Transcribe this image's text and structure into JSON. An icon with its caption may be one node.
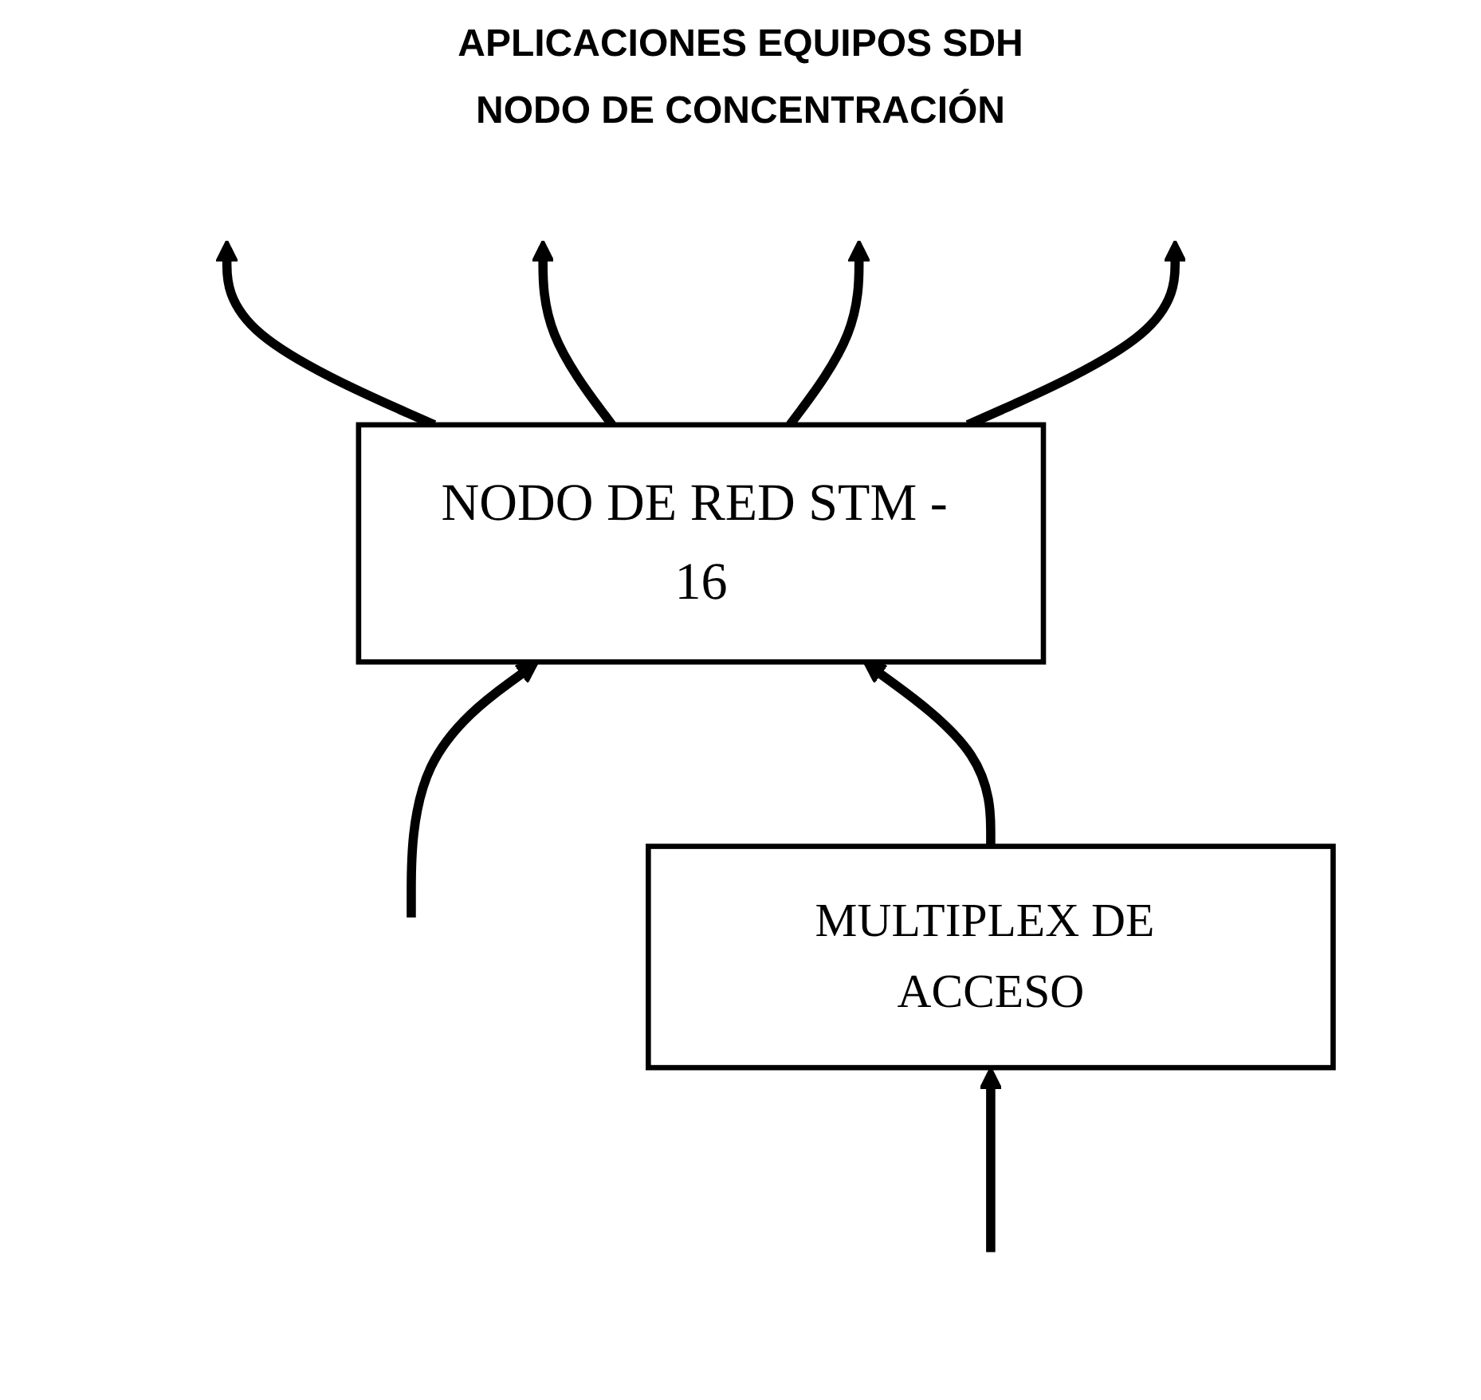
{
  "diagram": {
    "title": "APLICACIONES EQUIPOS SDH",
    "nodes": [
      {
        "text": [
          "NODO DE RED STM - 16"
        ]
      },
      {
        "text": [
          "MULTIPLEX DE ACCESO"
        ]
      }
    ],
    "edges": [
      {
        "from": 0,
        "to": null,
        "arrow": "to"
      },
      {
        "from": 0,
        "to": null,
        "arrow": "to"
      },
      {
        "from": 0,
        "to": null,
        "arrow": "to"
      },
      {
        "from": 0,
        "to": null,
        "arrow": "to"
      },
      {
        "from": null,
        "to": 0,
        "arrow": "to"
      },
      {
        "from": 1,
        "to": 0,
        "arrow": "to"
      },
      {
        "from": null,
        "to": 1,
        "arrow": "to"
      }
    ],
    "labels": [
      "NODO DE CONCENTRACIÓN"
    ]
  }
}
